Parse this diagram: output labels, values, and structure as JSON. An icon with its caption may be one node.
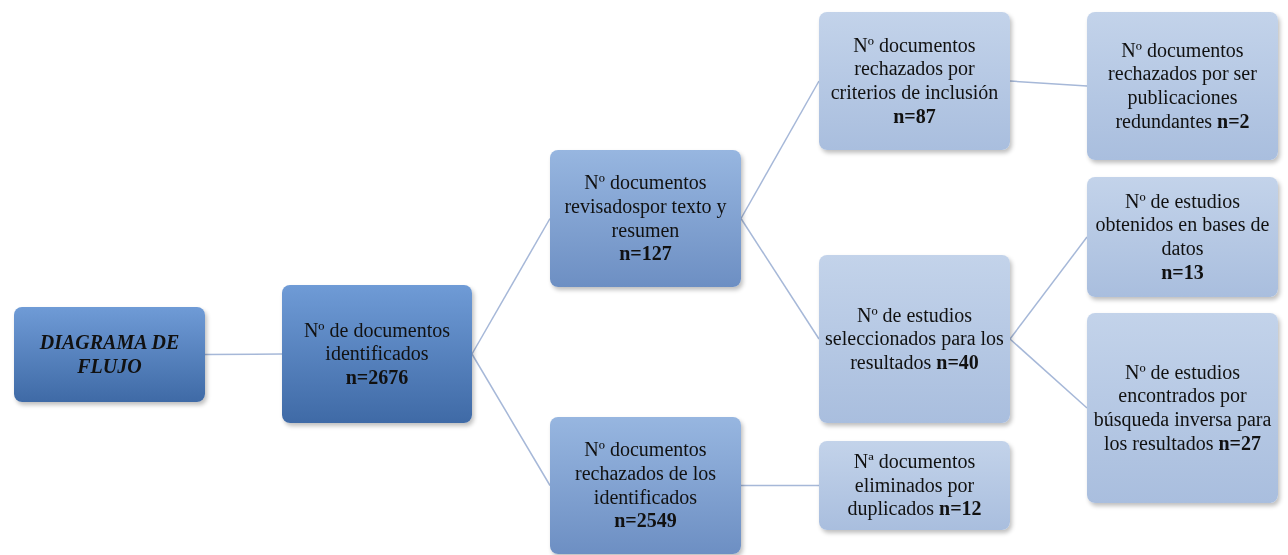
{
  "diagram": {
    "nodes": [
      {
        "text": [
          "DIAGRAMA DE FLUJO"
        ]
      },
      {
        "text": [
          "Nº de documentos identificados",
          "n=2676"
        ]
      },
      {
        "text": [
          "Nº documentos revisadospor texto y resumen",
          "n=127"
        ]
      },
      {
        "text": [
          "Nº documentos rechazados de los identificados",
          "n=2549"
        ]
      },
      {
        "text": [
          "Nº documentos rechazados por criterios de inclusión  **n=87**"
        ]
      },
      {
        "text": [
          "Nº de estudios seleccionados para los resultados **n=40**"
        ]
      },
      {
        "text": [
          "Nª documentos eliminados por duplicados  **n=12**"
        ]
      },
      {
        "text": [
          "Nº documentos rechazados por ser publicaciones redundantes **n=2**"
        ]
      },
      {
        "text": [
          "Nº de estudios obtenidos en bases de datos",
          "n=13"
        ]
      },
      {
        "text": [
          "Nº de estudios encontrados por búsqueda inversa para los resultados **n=27**"
        ]
      }
    ],
    "edges": [
      {
        "from": 0,
        "to": 1,
        "arrow": "none"
      },
      {
        "from": 1,
        "to": 2,
        "arrow": "none"
      },
      {
        "from": 1,
        "to": 3,
        "arrow": "none"
      },
      {
        "from": 2,
        "to": 4,
        "arrow": "none"
      },
      {
        "from": 2,
        "to": 5,
        "arrow": "none"
      },
      {
        "from": 3,
        "to": 6,
        "arrow": "none"
      },
      {
        "from": 4,
        "to": 7,
        "arrow": "none"
      },
      {
        "from": 5,
        "to": 8,
        "arrow": "none"
      },
      {
        "from": 5,
        "to": 9,
        "arrow": "none"
      }
    ]
  }
}
